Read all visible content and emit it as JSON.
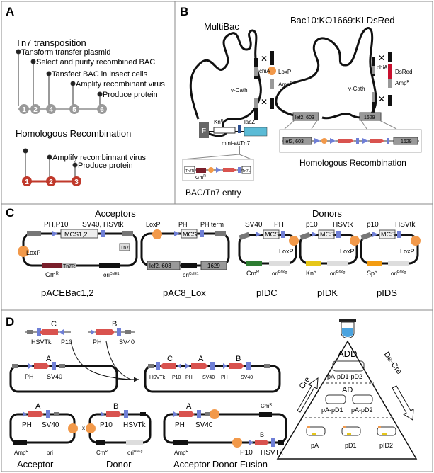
{
  "panels": {
    "A": {
      "letter": "A",
      "tn7_title": "Tn7 transposition",
      "tn7_steps": [
        "Tansform transfer plasmid",
        "Select and purify recombined  BAC",
        "Tansfect BAC in insect cells",
        "Amplify recombinant virus",
        "Produce protein"
      ],
      "tn7_nodes": [
        "1",
        "2",
        "4",
        "5",
        "6"
      ],
      "hr_title": "Homologous   Recombination",
      "hr_steps": [
        "Amplify recombinnant virus",
        "Produce protein"
      ],
      "hr_nodes": [
        "1",
        "2",
        "3"
      ]
    },
    "B": {
      "letter": "B",
      "left_title": "MultiBac",
      "right_title": "Bac10:KO1669:KI DsRed",
      "labels": {
        "chiA": "chiA",
        "loxp": "LoxP",
        "amp": "Amp",
        "amp_sup": "R",
        "vcath": "v-Cath",
        "kn": "Kn",
        "kn_sup": "R",
        "lacz": "lacZ",
        "f": "F",
        "miniatt": "mini-attTn7",
        "tn7r": "Tn7R",
        "gm": "Gm",
        "gm_sup": "R",
        "tn7l": "Tn7L",
        "lef2": "lef2, 603",
        "box1629": "1629",
        "dsred": "DsRed"
      },
      "left_caption": "BAC/Tn7 entry",
      "right_caption": "Homologous Recombination"
    },
    "C": {
      "letter": "C",
      "acceptors_title": "Acceptors",
      "donors_title": "Donors",
      "pace": {
        "ph_p10": "PH,P10",
        "sv40_hsvtk": "SV40, HSVtk",
        "mcs": "MCS1,2",
        "loxp": "LoxP",
        "tn7l": "Tn7L",
        "gm": "Gm",
        "gm_sup": "R",
        "tn7r": "Tn7R",
        "ori": "ori",
        "ori_sup": "ColE1",
        "name": "pACEBac1,2"
      },
      "pac8": {
        "loxp": "LoxP",
        "ph": "PH",
        "phterm": "PH term",
        "mcs": "MCS",
        "lef": "lef2, 603",
        "ori": "ori",
        "ori_sup": "ColE1",
        "box1629": "1629",
        "name": "pAC8_Lox"
      },
      "donors": [
        {
          "prom": "SV40",
          "term": "PH",
          "mcs": "MCS",
          "res": "Cm",
          "res_sup": "R",
          "ori": "ori",
          "ori_sup": "R6Kg",
          "loxp": "LoxP",
          "name": "pIDC"
        },
        {
          "prom": "p10",
          "term": "HSVtk",
          "mcs": "MCS",
          "res": "Kn",
          "res_sup": "R",
          "ori": "ori",
          "ori_sup": "R6Kg",
          "loxp": "LoxP",
          "name": "pIDK"
        },
        {
          "prom": "p10",
          "term": "HSVtk",
          "mcs": "MCS",
          "res": "Sp",
          "res_sup": "R",
          "ori": "ori",
          "ori_sup": "R6Kg",
          "loxp": "LoxP",
          "name": "pIDS"
        }
      ]
    },
    "D": {
      "letter": "D",
      "cassette_c": {
        "gene": "C",
        "left": "HSVTk",
        "right": "P10"
      },
      "cassette_b": {
        "gene": "B",
        "left": "PH",
        "right": "SV40"
      },
      "plasmid_a": {
        "gene": "A",
        "left": "PH",
        "right": "SV40"
      },
      "multi": [
        "HSVTk",
        "C",
        "P10",
        "PH",
        "A",
        "SV40",
        "PH",
        "B",
        "SV40"
      ],
      "acceptor": {
        "gene": "A",
        "prom": "PH",
        "term": "SV40",
        "res": "Amp",
        "res_sup": "R",
        "ori": "ori",
        "caption": "Acceptor"
      },
      "times": "x",
      "donor": {
        "gene": "B",
        "prom": "P10",
        "term": "HSVTk",
        "res": "Cm",
        "res_sup": "R",
        "ori": "ori",
        "ori_sup": "R6Kg",
        "caption": "Donor"
      },
      "fusion": {
        "prom_a": "PH",
        "term_a": "SV40",
        "gene_a": "A",
        "cm": "Cm",
        "cm_sup": "R",
        "amp": "Amp",
        "amp_sup": "R",
        "prom_b": "P10",
        "gene_b": "B",
        "term_b": "HSVTk",
        "caption": "Acceptor Donor Fusion"
      },
      "pyramid": {
        "cre": "Cre",
        "decre": "De-Cre",
        "add": "ADD",
        "add_label": "pA-pD1-pD2",
        "ad": "AD",
        "ad_labels": [
          "pA-pD1",
          "pA-pD2"
        ],
        "base_labels": [
          "pA",
          "pD1",
          "pID2"
        ]
      }
    }
  },
  "colors": {
    "border": "#8a8a8a",
    "red_node": "#c0392b",
    "grey_node": "#9a9a9a",
    "orange": "#f2994a",
    "arrow_red": "#d9534f",
    "triangle_blue": "#6f7fd6",
    "lacz_blue": "#5bbbd6",
    "dsred": "#c8102e",
    "gm_red": "#7a1f2b",
    "cm_green": "#2e7d32",
    "kn_yellow": "#e6c619",
    "sp_orange": "#f39c12",
    "tube_blue": "#4aa3df"
  }
}
